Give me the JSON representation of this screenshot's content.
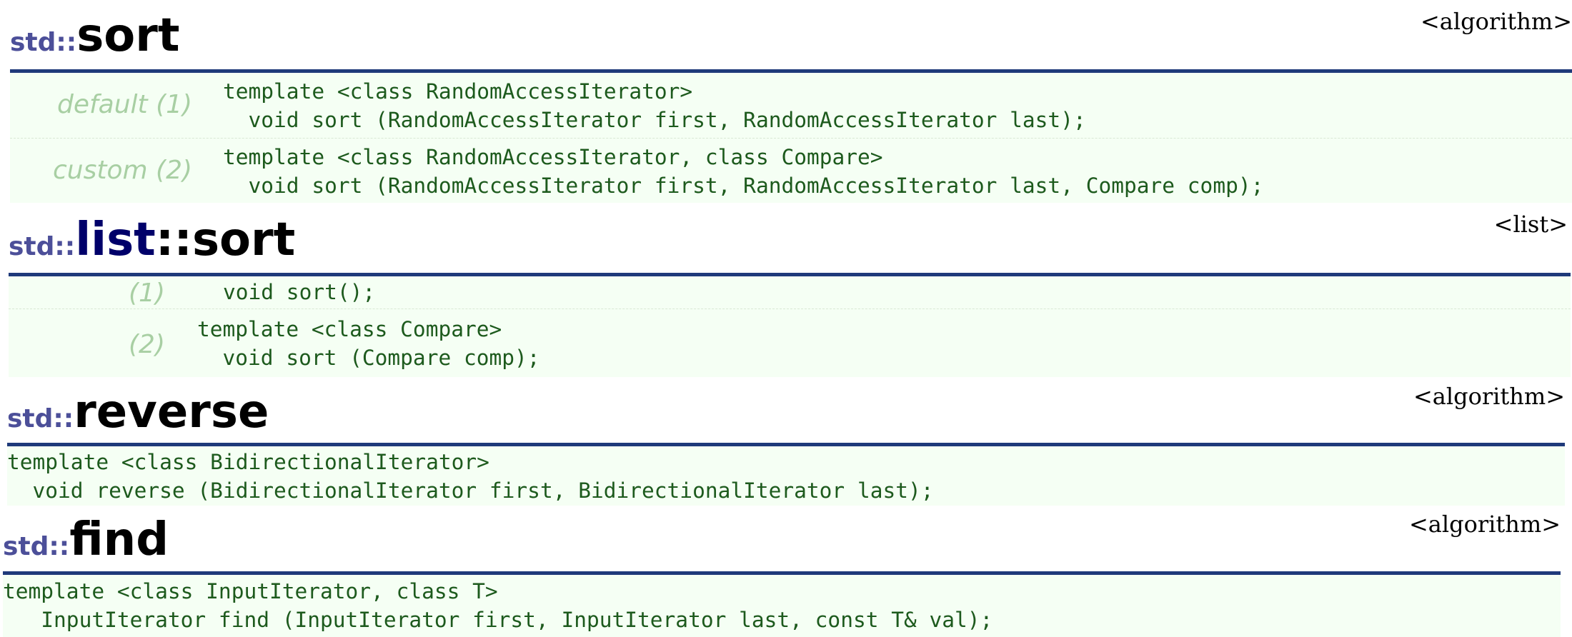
{
  "sections": [
    {
      "ns": "std::",
      "cls": "",
      "fn": "sort",
      "header": "<algorithm>",
      "protos": [
        {
          "label": "default (1)",
          "lines": [
            "template <class RandomAccessIterator>",
            "  void sort (RandomAccessIterator first, RandomAccessIterator last);"
          ]
        },
        {
          "label": "custom (2)",
          "lines": [
            "template <class RandomAccessIterator, class Compare>",
            "  void sort (RandomAccessIterator first, RandomAccessIterator last, Compare comp);"
          ]
        }
      ]
    },
    {
      "ns": "std::",
      "cls": "list",
      "fn": "::sort",
      "header": "<list>",
      "protos": [
        {
          "label": "(1)",
          "lines": [
            "void sort();"
          ]
        },
        {
          "label": "(2)",
          "lines": [
            "template <class Compare>",
            "  void sort (Compare comp);"
          ]
        }
      ]
    },
    {
      "ns": "std::",
      "cls": "",
      "fn": "reverse",
      "header": "<algorithm>",
      "protos": [
        {
          "label": "",
          "lines": [
            "template <class BidirectionalIterator>",
            "  void reverse (BidirectionalIterator first, BidirectionalIterator last);"
          ]
        }
      ]
    },
    {
      "ns": "std::",
      "cls": "",
      "fn": "find",
      "header": "<algorithm>",
      "protos": [
        {
          "label": "",
          "lines": [
            "template <class InputIterator, class T>",
            "   InputIterator find (InputIterator first, InputIterator last, const T& val);"
          ]
        }
      ]
    }
  ]
}
